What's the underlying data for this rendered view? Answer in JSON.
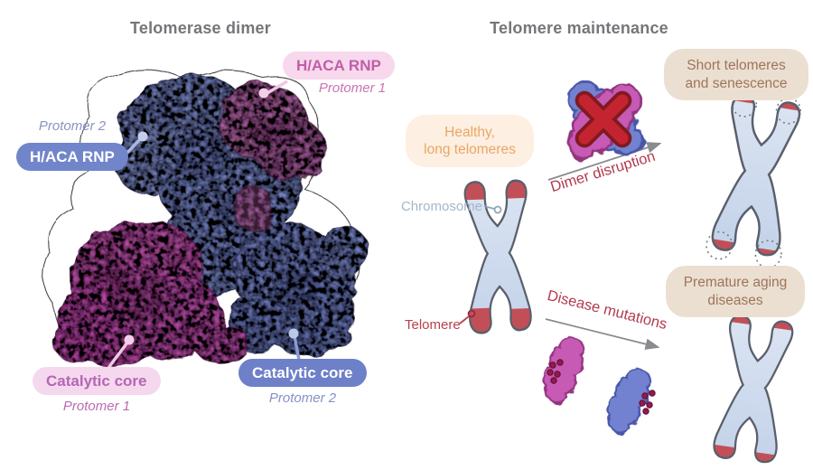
{
  "figure": {
    "left": {
      "title": "Telomerase dimer",
      "haca_rnp_p1": {
        "badge": "H/ACA RNP",
        "protomer": "Protomer 1"
      },
      "haca_rnp_p2": {
        "badge": "H/ACA RNP",
        "protomer": "Protomer 2"
      },
      "catalytic_core_p1": {
        "badge": "Catalytic core",
        "protomer": "Protomer 1"
      },
      "catalytic_core_p2": {
        "badge": "Catalytic core",
        "protomer": "Protomer 2"
      }
    },
    "right": {
      "title": "Telomere maintenance",
      "healthy_box": {
        "line1": "Healthy,",
        "line2": "long telomeres"
      },
      "senescence_box": {
        "line1": "Short telomeres",
        "line2": "and senescence"
      },
      "premature_box": {
        "line1": "Premature aging",
        "line2": "diseases"
      },
      "chromosome_label": "Chromosome",
      "telomere_label": "Telomere",
      "pathway_top_label": "Dimer disruption",
      "pathway_bottom_label": "Disease mutations"
    },
    "colors": {
      "title_gray": "#75767a",
      "pink_badge_bg": "#f7d8ec",
      "pink_badge_text": "#bf5ea8",
      "blue_badge_bg": "#7185ca",
      "magenta_protomer": "#cd55b4",
      "blue_protomer": "#8391d1",
      "healthy_bg": "#fdefe1",
      "healthy_text": "#e9a765",
      "outcome_bg": "#ebdfd1",
      "outcome_text": "#9e755a",
      "disruption_red": "#b23a4e",
      "chromosome_body": "#cdd9ec",
      "telomere_red": "#c24f58",
      "chromosome_label_color": "#a3b7c9",
      "arrow_gray": "#8a8b8e"
    }
  }
}
